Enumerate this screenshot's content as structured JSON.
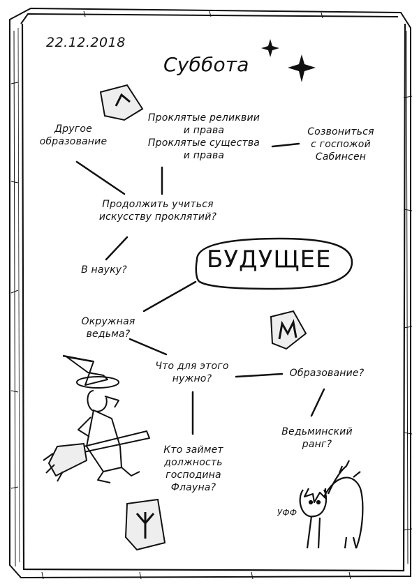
{
  "notebook": {
    "date": "22.12.2018",
    "day": "Суббота",
    "center_word": "БУДУЩЕЕ",
    "nodes": {
      "curse_items": [
        "Проклятые реликвии",
        "и права",
        "Проклятые существа",
        "и права"
      ],
      "other_education": [
        "Другое",
        "образование"
      ],
      "call_sabinsen": [
        "Созвониться",
        "с госпожой",
        "Сабинсен"
      ],
      "continue_curse": [
        "Продолжить учиться",
        "искусству проклятий?"
      ],
      "science": [
        "В науку?"
      ],
      "district_witch": [
        "Окружная",
        "ведьма?"
      ],
      "what_needed": [
        "Что для этого",
        "нужно?"
      ],
      "education": [
        "Образование?"
      ],
      "witch_rank": [
        "Ведьминский",
        "ранг?"
      ],
      "position": [
        "Кто займет",
        "должность",
        "господина",
        "Флауна?"
      ],
      "cat_sound": "УФФ"
    },
    "runes": [
      {
        "name": "rune-gamma",
        "symbol": "ᚴ"
      },
      {
        "name": "rune-m",
        "symbol": "M"
      },
      {
        "name": "rune-algiz",
        "symbol": "ᛉ"
      }
    ],
    "decorations": [
      "star-icon",
      "witch-on-broom-icon",
      "scared-cat-icon"
    ],
    "colors": {
      "ink": "#111111",
      "paper": "#ffffff",
      "rune_fill": "#eeeeee"
    }
  }
}
